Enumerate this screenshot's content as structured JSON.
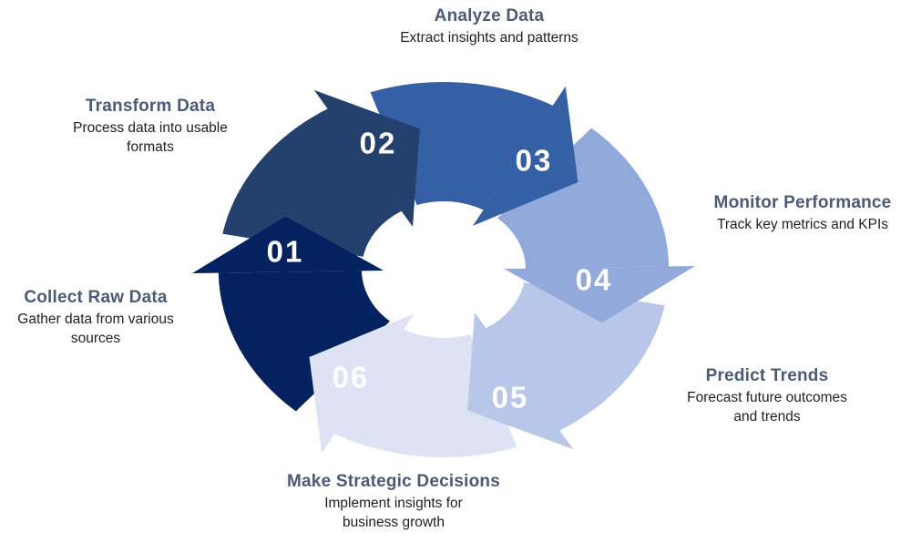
{
  "diagram": {
    "type": "cycle",
    "direction": "clockwise",
    "steps_count": 6,
    "background": "#ffffff"
  },
  "arrows": [
    {
      "number": "01",
      "color": "#052260"
    },
    {
      "number": "02",
      "color": "#24406d"
    },
    {
      "number": "03",
      "color": "#3560a5"
    },
    {
      "number": "04",
      "color": "#92a9dc"
    },
    {
      "number": "05",
      "color": "#b7c6e9"
    },
    {
      "number": "06",
      "color": "#dde3f4"
    }
  ],
  "labels": {
    "analyze": {
      "title": "Analyze Data",
      "desc": "Extract insights and patterns"
    },
    "transform": {
      "title": "Transform Data",
      "desc": "Process data into usable\nformats"
    },
    "monitor": {
      "title": "Monitor Performance",
      "desc": "Track key metrics and KPIs"
    },
    "collect": {
      "title": "Collect Raw Data",
      "desc": "Gather data from various\nsources"
    },
    "predict": {
      "title": "Predict Trends",
      "desc": "Forecast future outcomes\nand trends"
    },
    "make": {
      "title": "Make Strategic Decisions",
      "desc": "Implement insights for\nbusiness growth"
    }
  },
  "text_colors": {
    "title": "#4b5a76",
    "desc": "#1f1f1f",
    "number": "#ffffff"
  }
}
